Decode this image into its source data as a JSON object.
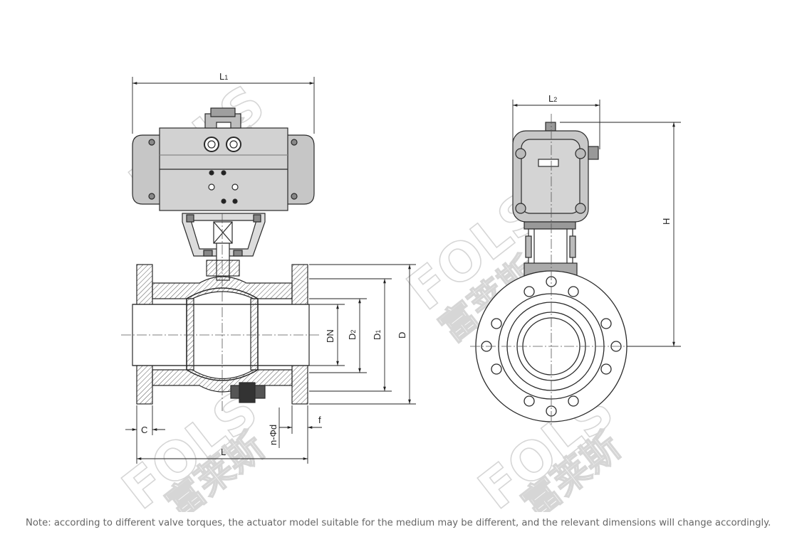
{
  "watermark": {
    "brand": "FOLS",
    "chinese": "富莱斯"
  },
  "dimensions": {
    "L1": "L",
    "L1_sub": "1",
    "L2": "L",
    "L2_sub": "2",
    "H": "H",
    "DN": "DN",
    "D2": "D",
    "D2_sub": "2",
    "D1": "D",
    "D1_sub": "1",
    "D": "D",
    "C": "C",
    "L": "L",
    "f": "f",
    "bolt": "n-Φd"
  },
  "note": "Note: according to different valve torques, the actuator model suitable for the medium may be different, and the relevant dimensions will change accordingly.",
  "colors": {
    "line": "#2a2a2a",
    "actuator_fill": "#cfcfcf",
    "actuator_dark": "#a9a9a9",
    "hatch": "#444444",
    "watermark": "#d9d9d9"
  }
}
